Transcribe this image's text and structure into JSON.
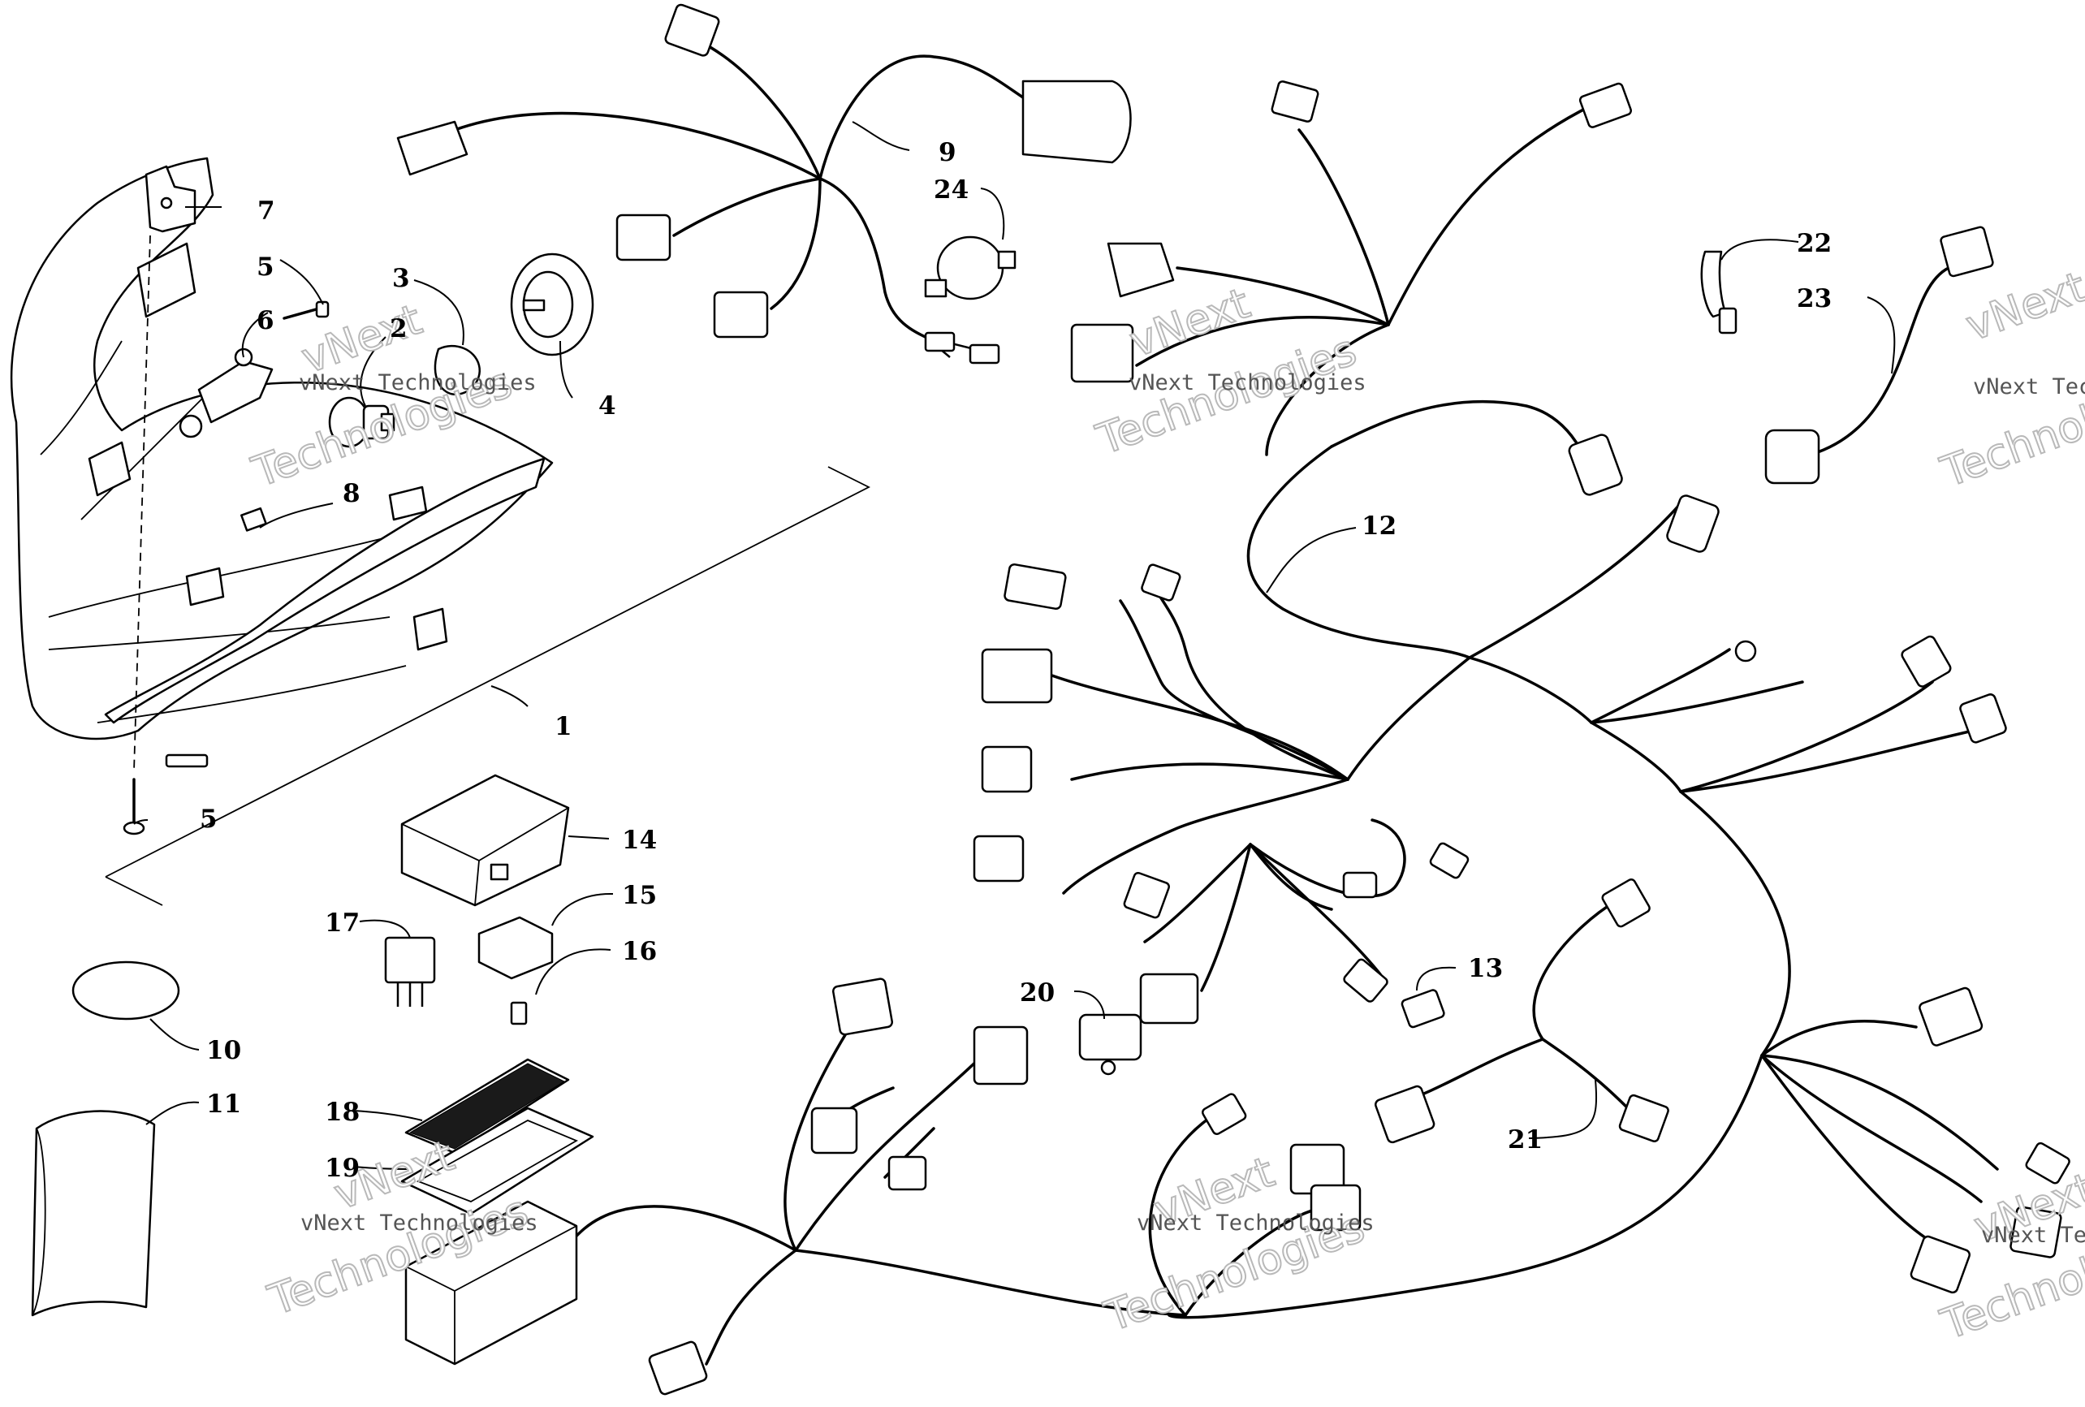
{
  "callouts": [
    {
      "id": "1",
      "label": "1"
    },
    {
      "id": "2",
      "label": "2"
    },
    {
      "id": "3",
      "label": "3"
    },
    {
      "id": "4",
      "label": "4"
    },
    {
      "id": "5a",
      "label": "5"
    },
    {
      "id": "5b",
      "label": "5"
    },
    {
      "id": "6",
      "label": "6"
    },
    {
      "id": "7",
      "label": "7"
    },
    {
      "id": "8",
      "label": "8"
    },
    {
      "id": "9",
      "label": "9"
    },
    {
      "id": "10",
      "label": "10"
    },
    {
      "id": "11",
      "label": "11"
    },
    {
      "id": "12",
      "label": "12"
    },
    {
      "id": "13",
      "label": "13"
    },
    {
      "id": "14",
      "label": "14"
    },
    {
      "id": "15",
      "label": "15"
    },
    {
      "id": "16",
      "label": "16"
    },
    {
      "id": "17",
      "label": "17"
    },
    {
      "id": "18",
      "label": "18"
    },
    {
      "id": "19",
      "label": "19"
    },
    {
      "id": "20",
      "label": "20"
    },
    {
      "id": "21",
      "label": "21"
    },
    {
      "id": "22",
      "label": "22"
    },
    {
      "id": "23",
      "label": "23"
    },
    {
      "id": "24",
      "label": "24"
    }
  ],
  "watermark": {
    "line1": "vNext",
    "line2": "vNext Technologies",
    "line3": "Technologies"
  }
}
